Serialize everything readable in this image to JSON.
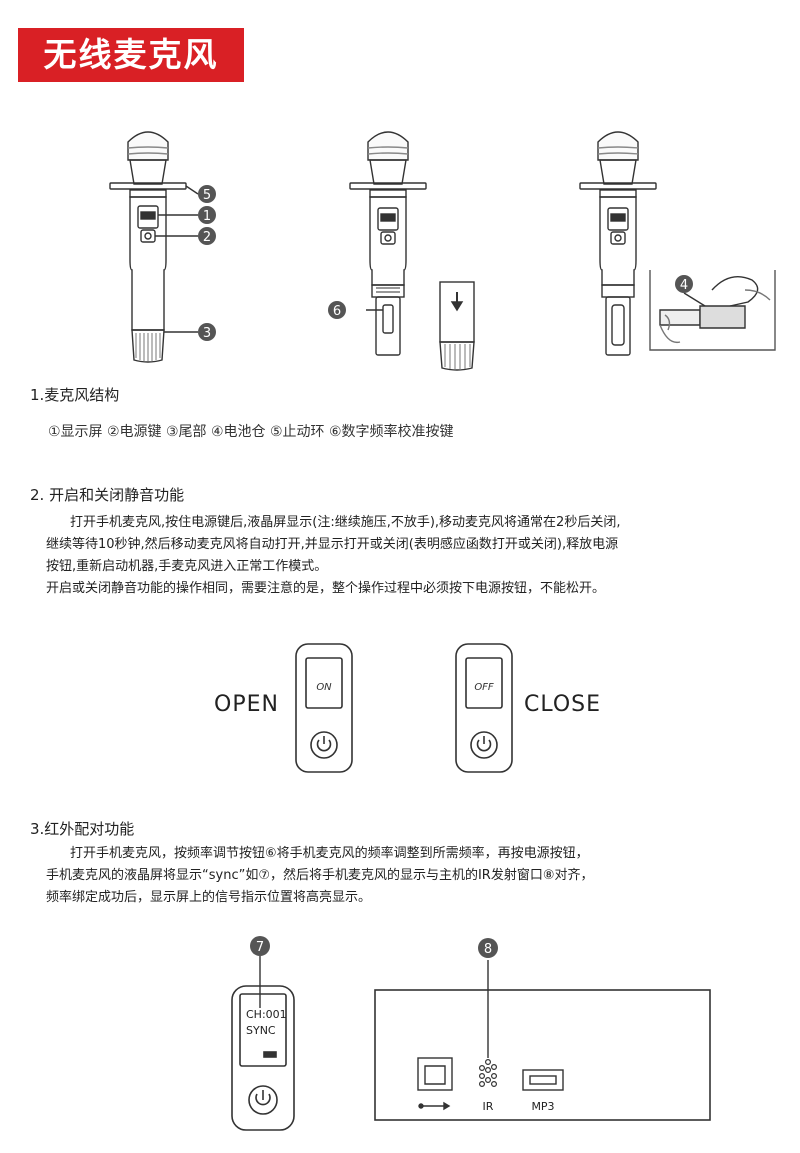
{
  "page_title": "无线麦克风",
  "section1": {
    "heading": "1.麦克风结构",
    "legend": "①显示屏  ②电源键  ③尾部  ④电池仓  ⑤止动环  ⑥数字频率校准按键",
    "callouts": [
      "5",
      "1",
      "2",
      "3",
      "6",
      "4"
    ]
  },
  "section2": {
    "heading": "2. 开启和关闭静音功能",
    "lines": [
      "打开手机麦克风,按住电源键后,液晶屏显示(注:继续施压,不放手),移动麦克风将通常在2秒后关闭,",
      "继续等待10秒钟,然后移动麦克风将自动打开,并显示打开或关闭(表明感应函数打开或关闭),释放电源",
      "按钮,重新启动机器,手麦克风进入正常工作模式。",
      "开启或关闭静音功能的操作相同，需要注意的是，整个操作过程中必须按下电源按钮，不能松开。"
    ],
    "open_label": "OPEN",
    "close_label": "CLOSE",
    "open_screen": "ON",
    "close_screen": "OFF"
  },
  "section3": {
    "heading": "3.红外配对功能",
    "lines": [
      "打开手机麦克风，按频率调节按钮⑥将手机麦克风的频率调整到所需频率，再按电源按钮，",
      "手机麦克风的液晶屏将显示“sync”如⑦，然后将手机麦克风的显示与主机的IR发射窗口⑧对齐，",
      "频率绑定成功后，显示屏上的信号指示位置将高亮显示。"
    ],
    "lcd_line1": "CH:001",
    "lcd_line2": "SYNC",
    "callout7": "7",
    "callout8": "8",
    "port_ir": "IR",
    "port_mp3": "MP3"
  }
}
